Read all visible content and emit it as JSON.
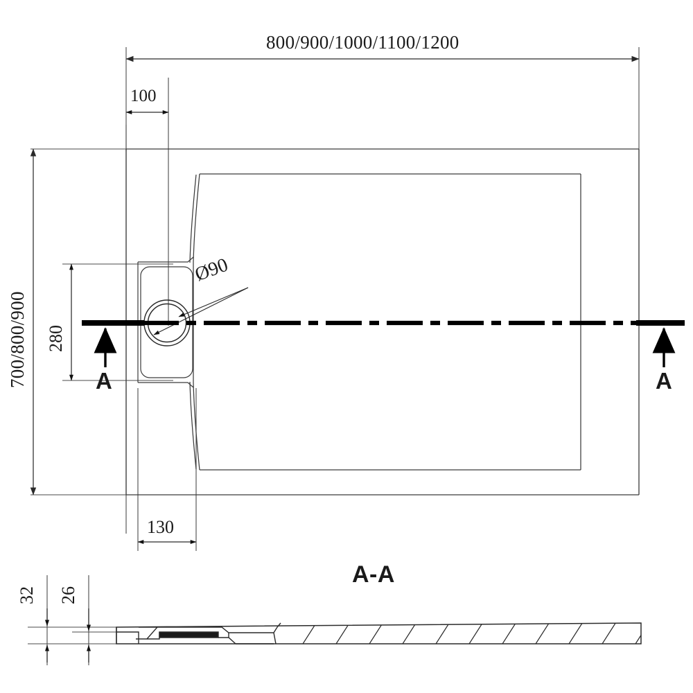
{
  "drawing": {
    "title": "Shower tray technical drawing",
    "units": "mm",
    "line_color": "#1a1a1a",
    "thin_line_color": "#4a4a4a",
    "background": "#ffffff"
  },
  "plan_view": {
    "name": "top-plan-view",
    "dimensions": {
      "overall_width": {
        "label": "800/900/1000/1100/1200",
        "orientation": "horizontal",
        "position": "top"
      },
      "offset_100": {
        "label": "100",
        "orientation": "horizontal",
        "position": "top-left"
      },
      "overall_depth": {
        "label": "700/800/900",
        "orientation": "vertical",
        "position": "left-outer"
      },
      "drain_offset_280": {
        "label": "280",
        "orientation": "vertical",
        "position": "left-inner"
      },
      "channel_width_130": {
        "label": "130",
        "orientation": "horizontal",
        "position": "bottom-left"
      },
      "drain_diameter": {
        "label": "Ø90",
        "orientation": "leader",
        "position": "drain-center"
      }
    },
    "section_markers": {
      "left": "A",
      "right": "A"
    }
  },
  "section_view": {
    "name": "section-a-a",
    "title": "A-A",
    "dimensions": {
      "overall_height": {
        "label": "32",
        "orientation": "vertical"
      },
      "inner_height": {
        "label": "26",
        "orientation": "vertical"
      }
    }
  }
}
